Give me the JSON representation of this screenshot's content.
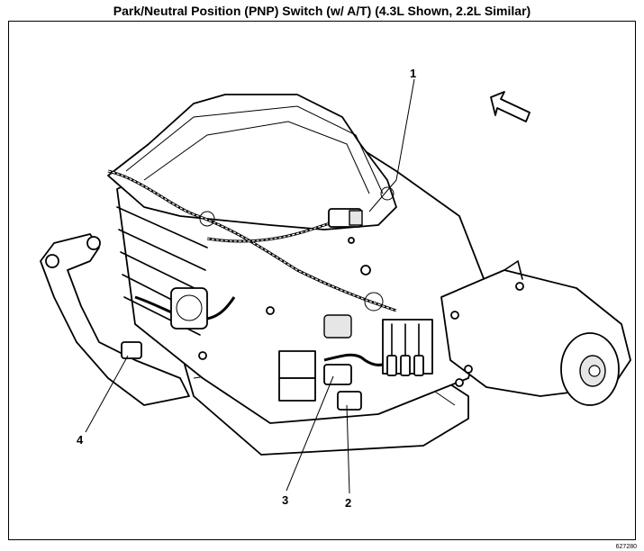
{
  "title": "Park/Neutral Position (PNP) Switch (w/ A/T) (4.3L Shown, 2.2L Similar)",
  "figure_code": "627280",
  "callouts": [
    "1",
    "2",
    "3",
    "4"
  ]
}
